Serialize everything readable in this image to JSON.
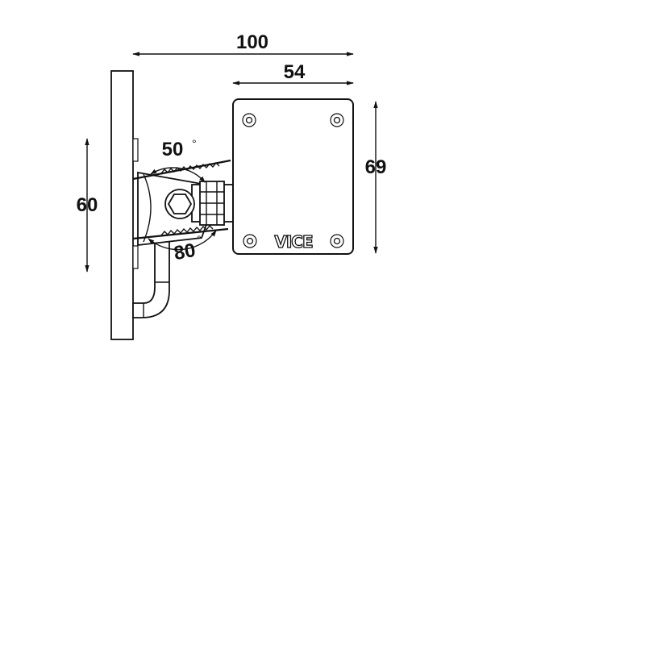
{
  "dimensions": {
    "overall_width": "100",
    "plate_width": "54",
    "plate_height": "69",
    "base_height": "60"
  },
  "angles": {
    "tilt_up": "50",
    "tilt_down": "80",
    "degree_symbol": "°"
  },
  "plate_logo": "VICE"
}
